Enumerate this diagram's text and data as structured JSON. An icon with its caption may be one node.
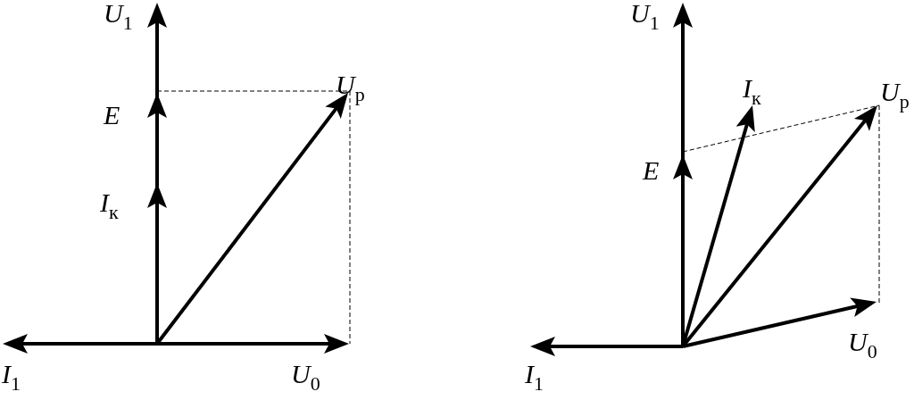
{
  "diagram": {
    "labels": [
      "U$_{1}$",
      "U$_{р}$",
      "E",
      "I$_{к}$",
      "I$_{1}$",
      "U$_{0}$",
      "U$_{1}$",
      "I$_{к}$",
      "U$_{р}$",
      "E",
      "U$_{0}$",
      "I$_{1}$"
    ]
  }
}
